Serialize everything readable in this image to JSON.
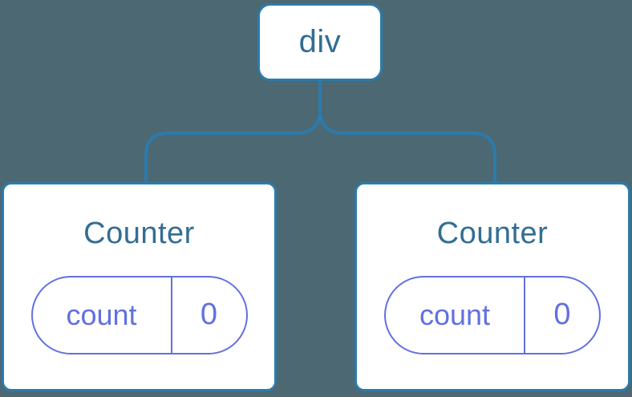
{
  "diagram": {
    "type": "component-tree",
    "root": {
      "label": "div"
    },
    "children": [
      {
        "title": "Counter",
        "state": {
          "key": "count",
          "value": "0"
        }
      },
      {
        "title": "Counter",
        "state": {
          "key": "count",
          "value": "0"
        }
      }
    ],
    "colors": {
      "background": "#4C6873",
      "tree_line": "#2C7BAB",
      "node_border": "#2C7BAB",
      "node_text": "#326E93",
      "state_accent": "#6270E0",
      "card_background": "#FFFFFF"
    }
  }
}
